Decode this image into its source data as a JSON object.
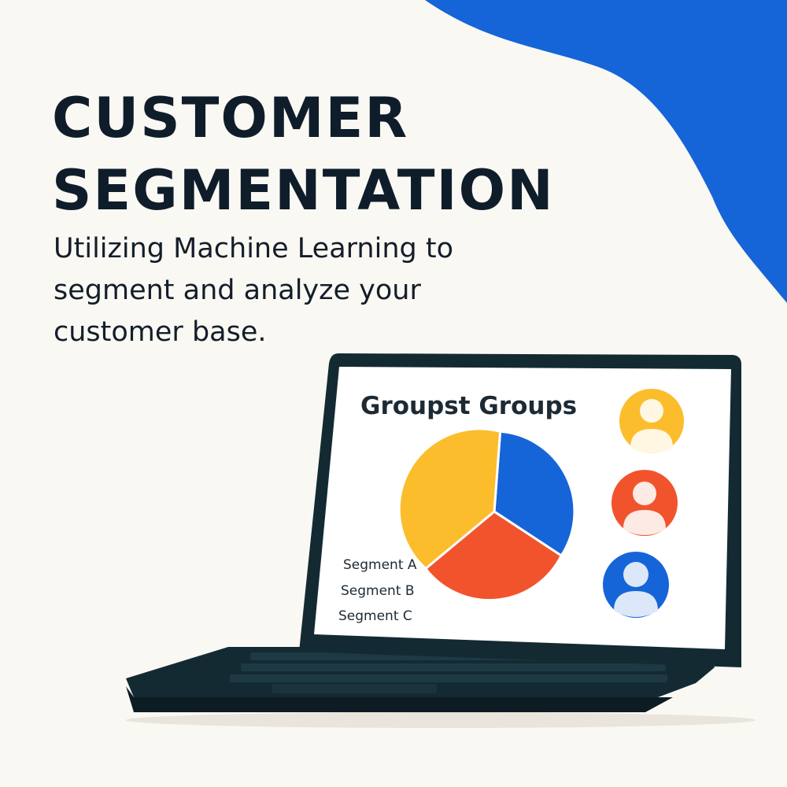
{
  "headline": {
    "line1": "CUSTOMER",
    "line2": "SEGMENTATION"
  },
  "subheadline": {
    "line1": "Utilizing Machine Learning to",
    "line2": "segment and analyze your",
    "line3": "customer base."
  },
  "screen": {
    "title": "Groupst Groups",
    "legend": [
      "Segment A",
      "Segment B",
      "Segment C"
    ]
  },
  "colors": {
    "background": "#FAF8F3",
    "accent_blue": "#1565D8",
    "yellow": "#FBBD2C",
    "orange": "#F1542C",
    "laptop": "#142A33"
  },
  "icons": [
    "user-icon-yellow",
    "user-icon-orange",
    "user-icon-blue"
  ]
}
